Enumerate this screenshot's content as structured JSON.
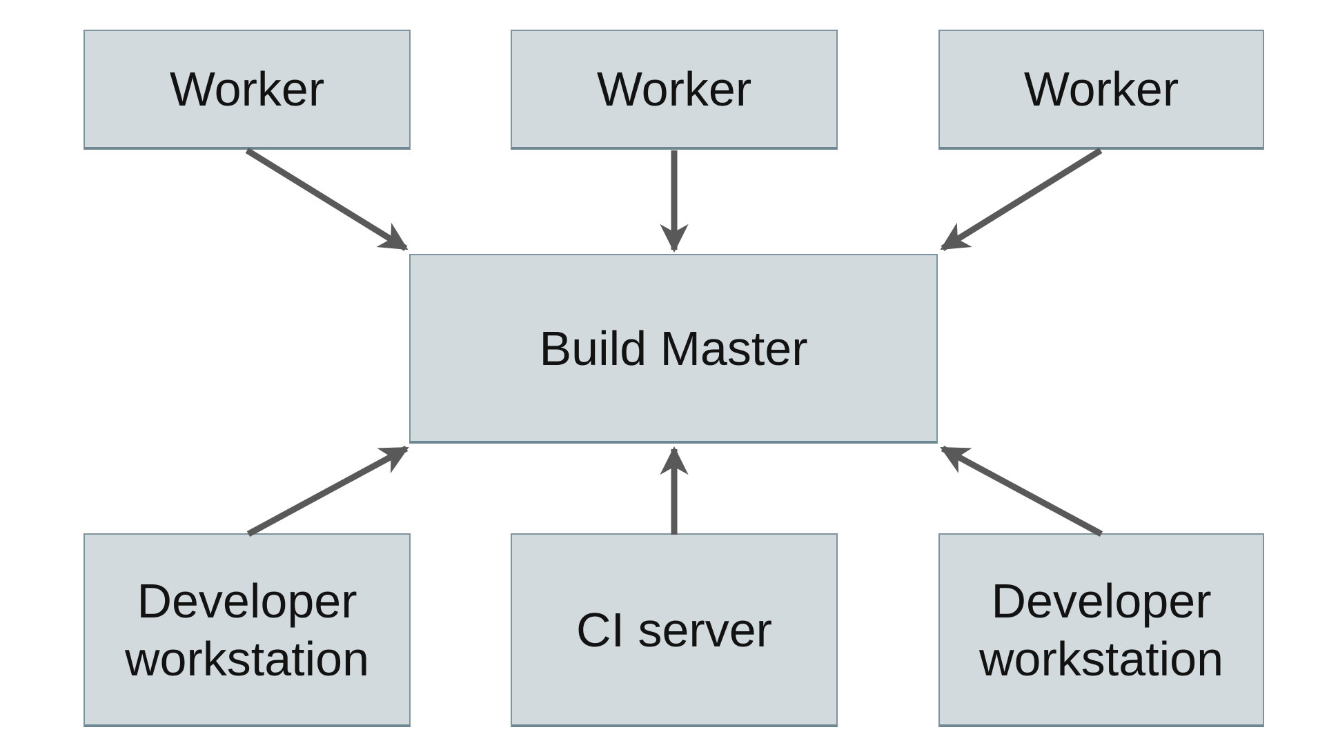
{
  "diagram": {
    "nodes": {
      "worker_1": {
        "label": "Worker"
      },
      "worker_2": {
        "label": "Worker"
      },
      "worker_3": {
        "label": "Worker"
      },
      "build_master": {
        "label": "Build Master"
      },
      "dev_workstation_left": {
        "label": "Developer workstation"
      },
      "ci_server": {
        "label": "CI server"
      },
      "dev_workstation_right": {
        "label": "Developer workstation"
      }
    },
    "edges": [
      {
        "from": "worker_1",
        "to": "build_master",
        "direction": "into top-left corner"
      },
      {
        "from": "worker_2",
        "to": "build_master",
        "direction": "straight down into top edge"
      },
      {
        "from": "worker_3",
        "to": "build_master",
        "direction": "into top-right corner"
      },
      {
        "from": "dev_workstation_left",
        "to": "build_master",
        "direction": "up into bottom-left corner"
      },
      {
        "from": "ci_server",
        "to": "build_master",
        "direction": "straight up into bottom edge"
      },
      {
        "from": "dev_workstation_right",
        "to": "build_master",
        "direction": "up into bottom-right corner"
      }
    ],
    "colors": {
      "background": "#ffffff",
      "node_fill": "#d2dadd",
      "node_border": "#7e939e",
      "node_border_bottom": "#6e8893",
      "arrow": "#595959",
      "text": "#121212"
    }
  }
}
